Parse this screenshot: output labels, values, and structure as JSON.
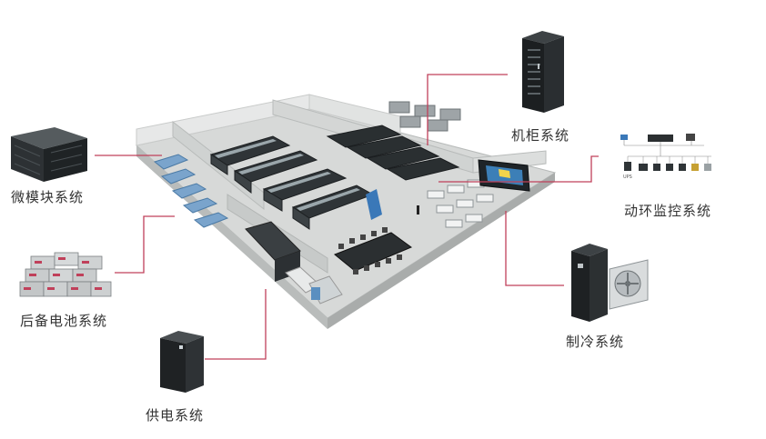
{
  "colors": {
    "connector": "#c0405a",
    "floor": "#d7d9d8",
    "wall": "#c4c7c6",
    "rack": "#2f3437",
    "accent_blue": "#3a78b8"
  },
  "labels": {
    "micro_module": "微模块系统",
    "backup_battery": "后备电池系统",
    "power_supply": "供电系统",
    "cabinet": "机柜系统",
    "env_monitoring": "动环监控系统",
    "cooling": "制冷系统"
  },
  "monitor_diagram": {
    "items": [
      "UPS",
      "",
      "",
      "",
      "",
      "",
      ""
    ]
  }
}
